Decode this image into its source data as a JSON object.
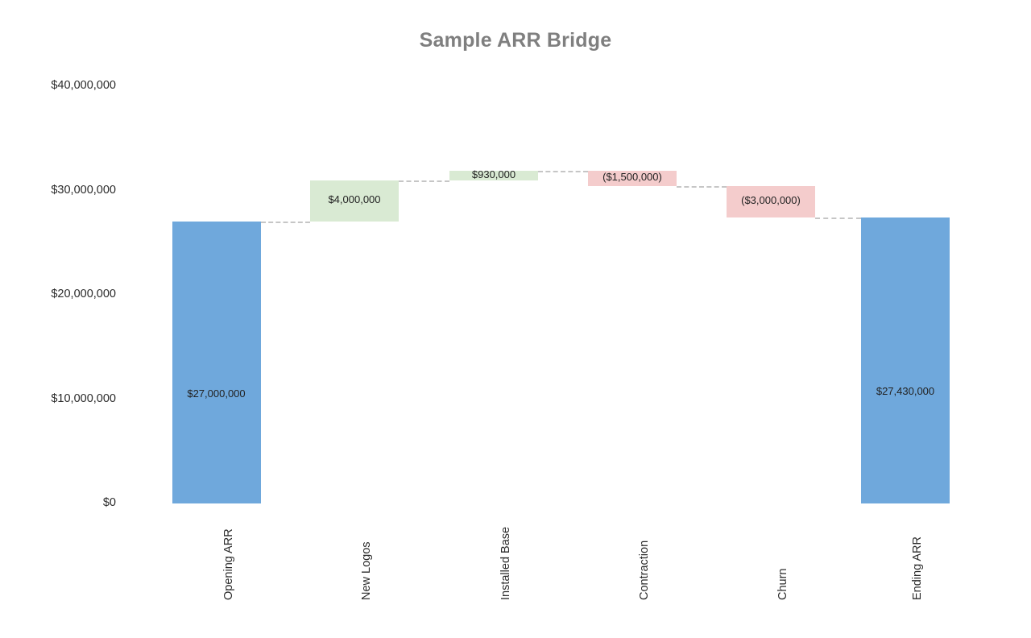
{
  "chart_data": {
    "type": "bar",
    "chart_variant": "waterfall",
    "title": "Sample ARR Bridge",
    "xlabel": "",
    "ylabel": "",
    "ylim": [
      0,
      40000000
    ],
    "grid": false,
    "legend": null,
    "categories": [
      "Opening ARR",
      "New Logos",
      "Installed Base",
      "Contraction",
      "Churn",
      "Ending ARR"
    ],
    "values": [
      27000000,
      4000000,
      930000,
      -1500000,
      -3000000,
      27430000
    ],
    "data_labels": [
      "$27,000,000",
      "$4,000,000",
      "$930,000",
      "($1,500,000)",
      "($3,000,000)",
      "$27,430,000"
    ],
    "bar_kinds": [
      "total",
      "increase",
      "increase",
      "decrease",
      "decrease",
      "total"
    ],
    "cumulative_start": [
      0,
      27000000,
      31000000,
      31930000,
      30430000,
      0
    ],
    "cumulative_end": [
      27000000,
      31000000,
      31930000,
      30430000,
      27430000,
      27430000
    ],
    "ytick_values": [
      0,
      10000000,
      20000000,
      30000000,
      40000000
    ],
    "ytick_labels": [
      "$0",
      "$10,000,000",
      "$20,000,000",
      "$30,000,000",
      "$40,000,000"
    ],
    "connectors": true
  },
  "colors": {
    "total_bar": "#6fa8dc",
    "increase_bar": "#d9ead3",
    "decrease_bar": "#f4cccc",
    "connector": "#c6c6c6",
    "title_text": "#7f7f7f",
    "axis_text": "#2b2b2b",
    "background": "#ffffff"
  }
}
